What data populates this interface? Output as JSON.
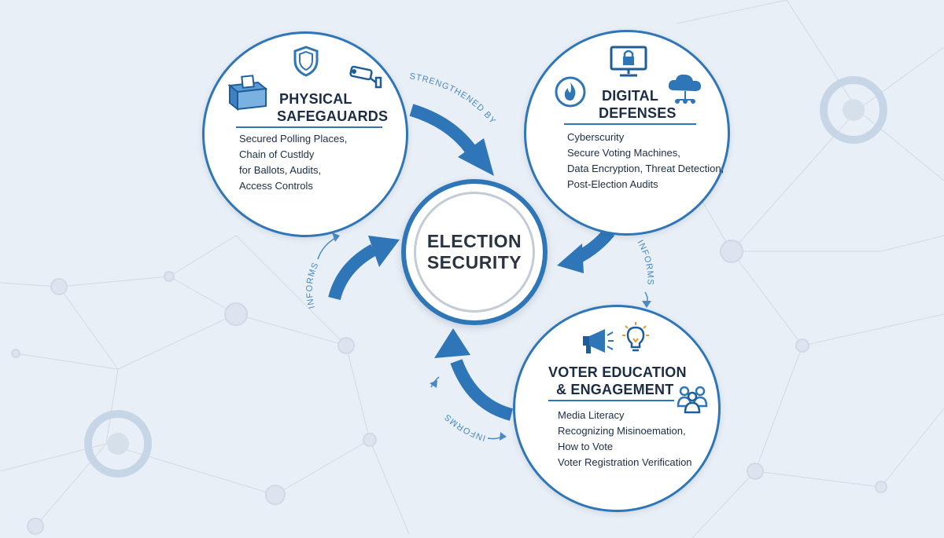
{
  "center": {
    "label_line1": "ELECTION",
    "label_line2": "SECURITY"
  },
  "nodes": {
    "physical": {
      "title_line1": "PHYSICAL",
      "title_line2": "SAFEGAUARDS",
      "items": [
        "Secured Polling Places,",
        "Chain of Custldy",
        "for Ballots, Audits,",
        "Access Controls"
      ],
      "icons": [
        "ballot-box-icon",
        "shield-icon",
        "security-camera-icon"
      ]
    },
    "digital": {
      "title_line1": "DIGITAL",
      "title_line2": "DEFENSES",
      "items": [
        "Cyberscurity",
        "Secure Voting Machines,",
        "Data Encryption, Threat Detection,",
        "Post-Election Audits"
      ],
      "icons": [
        "locked-monitor-icon",
        "firewall-flame-icon",
        "cloud-network-icon"
      ]
    },
    "voter": {
      "title_line1": "VOTER EDUCATION",
      "title_line2": "& ENGAGEMENT",
      "items": [
        "Media Literacy",
        "Recognizing Misinoemation,",
        "How to Vote",
        "Voter Registration Verification"
      ],
      "icons": [
        "megaphone-icon",
        "lightbulb-icon",
        "people-group-icon"
      ]
    }
  },
  "connectors": {
    "strengthened_by": "STRENGTHENED BY",
    "informs_right": "INFORMS",
    "informs_left": "INFORMS",
    "informs_bottom": "INFORMS"
  },
  "colors": {
    "accent": "#2f76b9",
    "text": "#1b2d45",
    "background": "#e9eff6",
    "connector_text": "#4a89c5"
  }
}
